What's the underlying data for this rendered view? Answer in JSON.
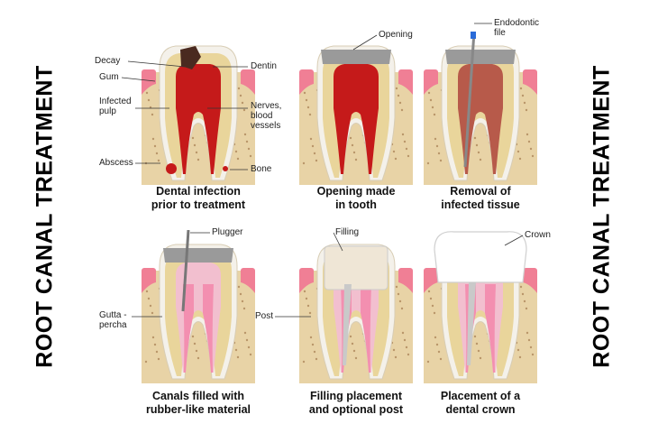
{
  "side_title": "ROOT CANAL TREATMENT",
  "panels": [
    {
      "caption": [
        "Dental infection",
        "prior to treatment"
      ],
      "labels": {
        "decay": "Decay",
        "gum": "Gum",
        "infected_pulp": [
          "Infected",
          "pulp"
        ],
        "abscess": "Abscess",
        "dentin": "Dentin",
        "nerves": [
          "Nerves,",
          "blood",
          "vessels"
        ],
        "bone": "Bone"
      }
    },
    {
      "caption": [
        "Opening made",
        "in tooth"
      ],
      "labels": {
        "opening": "Opening"
      }
    },
    {
      "caption": [
        "Removal of",
        "infected tissue"
      ],
      "labels": {
        "endo_file": [
          "Endodontic",
          "file"
        ]
      }
    },
    {
      "caption": [
        "Canals filled with",
        "rubber-like material"
      ],
      "labels": {
        "plugger": "Plugger",
        "gutta_percha": [
          "Gutta -",
          "percha"
        ]
      }
    },
    {
      "caption": [
        "Filling placement",
        "and optional post"
      ],
      "labels": {
        "filling": "Filling",
        "post": "Post"
      }
    },
    {
      "caption": [
        "Placement of a",
        "dental crown"
      ],
      "labels": {
        "crown": "Crown"
      }
    }
  ],
  "colors": {
    "bone": "#e8d3a6",
    "gum": "#f07f95",
    "enamel": "#f4f1ea",
    "dentin": "#e9d59b",
    "pulp": "#f2bfcf",
    "infected": "#c51a1a",
    "filling": "#d9d9d9",
    "crown": "#ffffff"
  }
}
